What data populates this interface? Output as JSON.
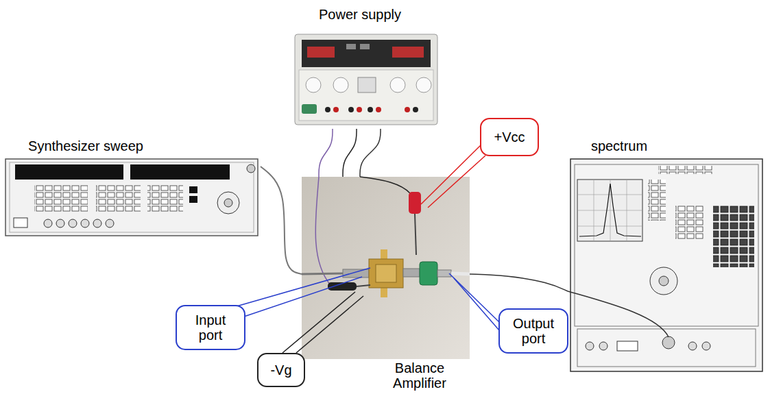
{
  "diagram": {
    "nodes": [
      {
        "text": [
          "Power supply"
        ]
      },
      {
        "text": [
          "+Vcc"
        ]
      },
      {
        "text": [
          "Synthesizer sweep"
        ]
      },
      {
        "text": [
          "spectrum"
        ]
      },
      {
        "text": [
          "Balance Amplifier"
        ]
      },
      {
        "text": [
          "Input port"
        ]
      },
      {
        "text": [
          "Output port"
        ]
      },
      {
        "text": [
          "-Vg"
        ]
      }
    ],
    "edges": [
      {
        "from": 2,
        "to": 4,
        "arrow": "none"
      },
      {
        "from": 4,
        "to": 3,
        "arrow": "none"
      },
      {
        "from": 0,
        "to": 4,
        "arrow": "none"
      }
    ]
  }
}
